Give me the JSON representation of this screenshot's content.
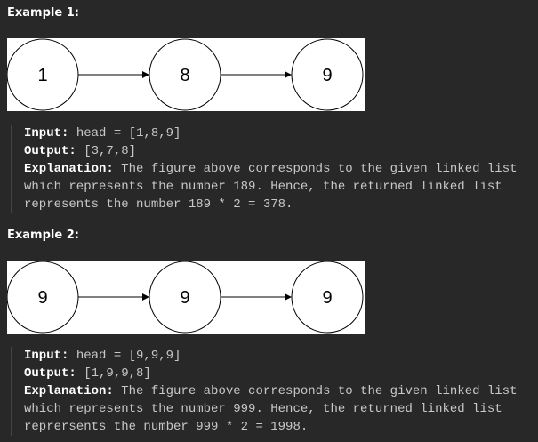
{
  "examples": [
    {
      "title": "Example 1:",
      "nodes": [
        "1",
        "8",
        "9"
      ],
      "input_label": "Input:",
      "input": " head = [1,8,9]",
      "output_label": "Output:",
      "output": " [3,7,8]",
      "explanation_label": "Explanation:",
      "explanation": [
        " The figure above corresponds to the given linked list",
        "which represents the number 189. Hence, the returned linked list",
        "represents the number 189 * 2 = 378."
      ]
    },
    {
      "title": "Example 2:",
      "nodes": [
        "9",
        "9",
        "9"
      ],
      "input_label": "Input:",
      "input": " head = [9,9,9]",
      "output_label": "Output:",
      "output": " [1,9,9,8]",
      "explanation_label": "Explanation:",
      "explanation": [
        " The figure above corresponds to the given linked list",
        "which represents the number 999. Hence, the returned linked list",
        "reprersents the number 999 * 2 = 1998."
      ]
    }
  ]
}
